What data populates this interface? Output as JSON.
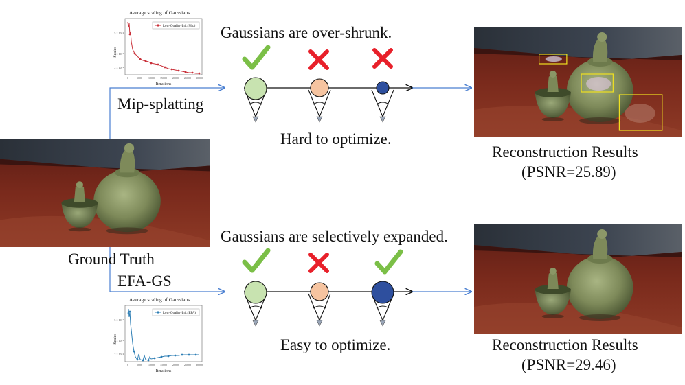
{
  "top": {
    "caption": "Gaussians are over-shrunk.",
    "bottom_caption": "Hard to optimize.",
    "method_label": "Mip-splatting",
    "marks": [
      "check",
      "cross",
      "cross"
    ],
    "result_title": "Reconstruction Results",
    "result_psnr": "(PSNR=25.89)",
    "chart": {
      "title": "Average scaling of Gaussians",
      "ylabel": "Scales",
      "xlabel": "Iterations",
      "legend": "Low-Quality-Init.(Mip)",
      "yticks": [
        "5 × 10⁻²",
        "3 × 10⁻²",
        "2 × 10⁻²"
      ],
      "xticks": [
        "0",
        "5000",
        "10000",
        "15000",
        "20000",
        "25000",
        "30000"
      ]
    }
  },
  "bottom": {
    "caption": "Gaussians are selectively expanded.",
    "bottom_caption": "Easy to optimize.",
    "method_label": "EFA-GS",
    "marks": [
      "check",
      "cross",
      "check"
    ],
    "result_title": "Reconstruction Results",
    "result_psnr": "(PSNR=29.46)",
    "chart": {
      "title": "Average scaling of Gaussians",
      "ylabel": "Scales",
      "xlabel": "Iterations",
      "legend": "Low-Quality-Init.(EFA)",
      "yticks": [
        "5 × 10⁻²",
        "3 × 10⁻²",
        "2 × 10⁻²"
      ],
      "xticks": [
        "0",
        "5000",
        "10000",
        "15000",
        "20000",
        "25000",
        "30000"
      ]
    }
  },
  "ground_truth_label": "Ground Truth",
  "colors": {
    "arrow_blue": "#4a7fd1",
    "check_green": "#7bbf47",
    "cross_red": "#e8202a",
    "gaussian_green": "#c8e3b0",
    "gaussian_orange": "#f6c4a0",
    "gaussian_blue": "#2e4f9e",
    "mip_line": "#c9313a",
    "efa_line": "#2f7fb5",
    "highlight_box": "#f0e020"
  }
}
